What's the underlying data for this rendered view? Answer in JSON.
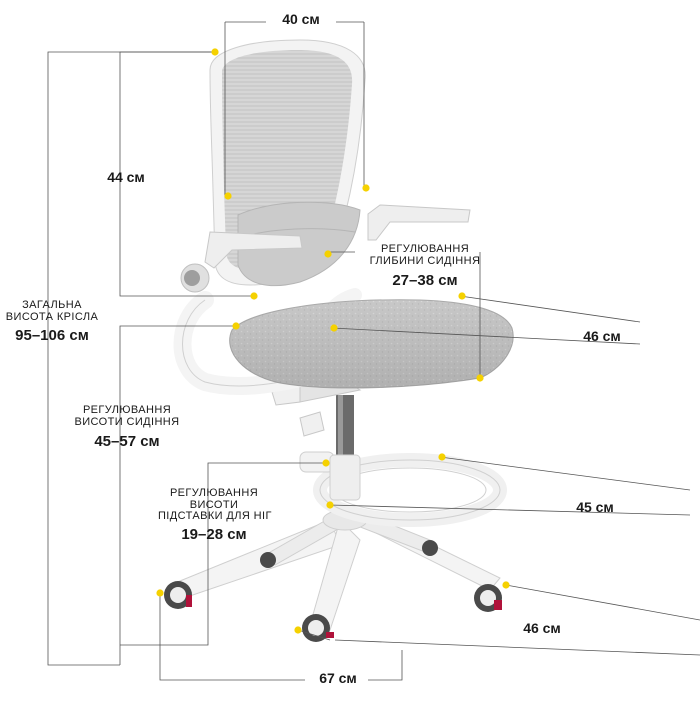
{
  "dimensions": {
    "back_width": "40 см",
    "back_height": "44 см",
    "seat_width": "46 см",
    "footrest_width": "45 см",
    "base_depth": "46 см",
    "base_width": "67 см"
  },
  "total_height": {
    "caption_line1": "ЗАГАЛЬНА",
    "caption_line2": "ВИСОТА КРІСЛА",
    "value": "95–106 см"
  },
  "seat_depth": {
    "caption_line1": "РЕГУЛЮВАННЯ",
    "caption_line2": "ГЛИБИНИ СИДІННЯ",
    "value": "27–38 см"
  },
  "seat_height": {
    "caption_line1": "РЕГУЛЮВАННЯ",
    "caption_line2": "ВИСОТИ СИДІННЯ",
    "value": "45–57 см"
  },
  "footrest_height": {
    "caption_line1": "РЕГУЛЮВАННЯ",
    "caption_line2": "ВИСОТИ",
    "caption_line3": "ПІДСТАВКИ ДЛЯ НІГ",
    "value": "19–28 см"
  },
  "colors": {
    "marker": "#f5d100",
    "line": "#555555",
    "frame": "#f2f2f2",
    "upholstery": "#c9c9c9",
    "accent": "#b0123a"
  }
}
